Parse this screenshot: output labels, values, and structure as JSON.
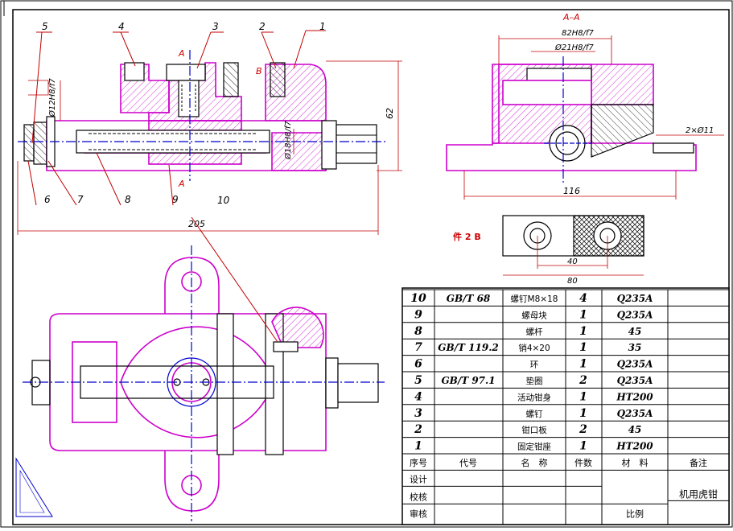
{
  "part_labels": [
    {
      "id": "1",
      "text": "1"
    },
    {
      "id": "2",
      "text": "2"
    },
    {
      "id": "3",
      "text": "3"
    },
    {
      "id": "4",
      "text": "4"
    },
    {
      "id": "5",
      "text": "5"
    },
    {
      "id": "6",
      "text": "6"
    },
    {
      "id": "7",
      "text": "7"
    },
    {
      "id": "8",
      "text": "8"
    },
    {
      "id": "9",
      "text": "9"
    },
    {
      "id": "10",
      "text": "10"
    }
  ],
  "section_marks": {
    "a_top": "A",
    "a_bottom": "A",
    "b": "B",
    "section_title": "A–A",
    "part2_view": "件 2 B"
  },
  "dimensions": {
    "d12": "Ø12H8/f7",
    "d18": "Ø18H8/f7",
    "h62": "62",
    "l205": "205",
    "w82": "82H8/f7",
    "d21": "Ø21H8/f7",
    "holes": "2×Ø11",
    "w116": "116",
    "w40": "40",
    "w80": "80"
  },
  "bom": {
    "rows": [
      {
        "no": "10",
        "code": "GB/T 68",
        "name": "螺钉M8×18",
        "qty": "4",
        "material": "Q235A",
        "note": ""
      },
      {
        "no": "9",
        "code": "",
        "name": "螺母块",
        "qty": "1",
        "material": "Q235A",
        "note": ""
      },
      {
        "no": "8",
        "code": "",
        "name": "螺杆",
        "qty": "1",
        "material": "45",
        "note": ""
      },
      {
        "no": "7",
        "code": "GB/T 119.2",
        "name": "销4×20",
        "qty": "1",
        "material": "35",
        "note": ""
      },
      {
        "no": "6",
        "code": "",
        "name": "环",
        "qty": "1",
        "material": "Q235A",
        "note": ""
      },
      {
        "no": "5",
        "code": "GB/T 97.1",
        "name": "垫圈",
        "qty": "2",
        "material": "Q235A",
        "note": ""
      },
      {
        "no": "4",
        "code": "",
        "name": "活动钳身",
        "qty": "1",
        "material": "HT200",
        "note": ""
      },
      {
        "no": "3",
        "code": "",
        "name": "螺钉",
        "qty": "1",
        "material": "Q235A",
        "note": ""
      },
      {
        "no": "2",
        "code": "",
        "name": "钳口板",
        "qty": "2",
        "material": "45",
        "note": ""
      },
      {
        "no": "1",
        "code": "",
        "name": "固定钳座",
        "qty": "1",
        "material": "HT200",
        "note": ""
      }
    ],
    "header": {
      "no": "序号",
      "code": "代号",
      "name": "名　称",
      "qty": "件数",
      "material": "材　料",
      "note": "备注"
    }
  },
  "title_block": {
    "design": "设计",
    "check": "校核",
    "review": "审核",
    "scale": "比例",
    "drawing_title": "机用虎钳"
  },
  "colors": {
    "outline": "#cc00cc",
    "dimension": "#c00000",
    "center": "#0000cc",
    "hatch": "#cc00cc"
  }
}
